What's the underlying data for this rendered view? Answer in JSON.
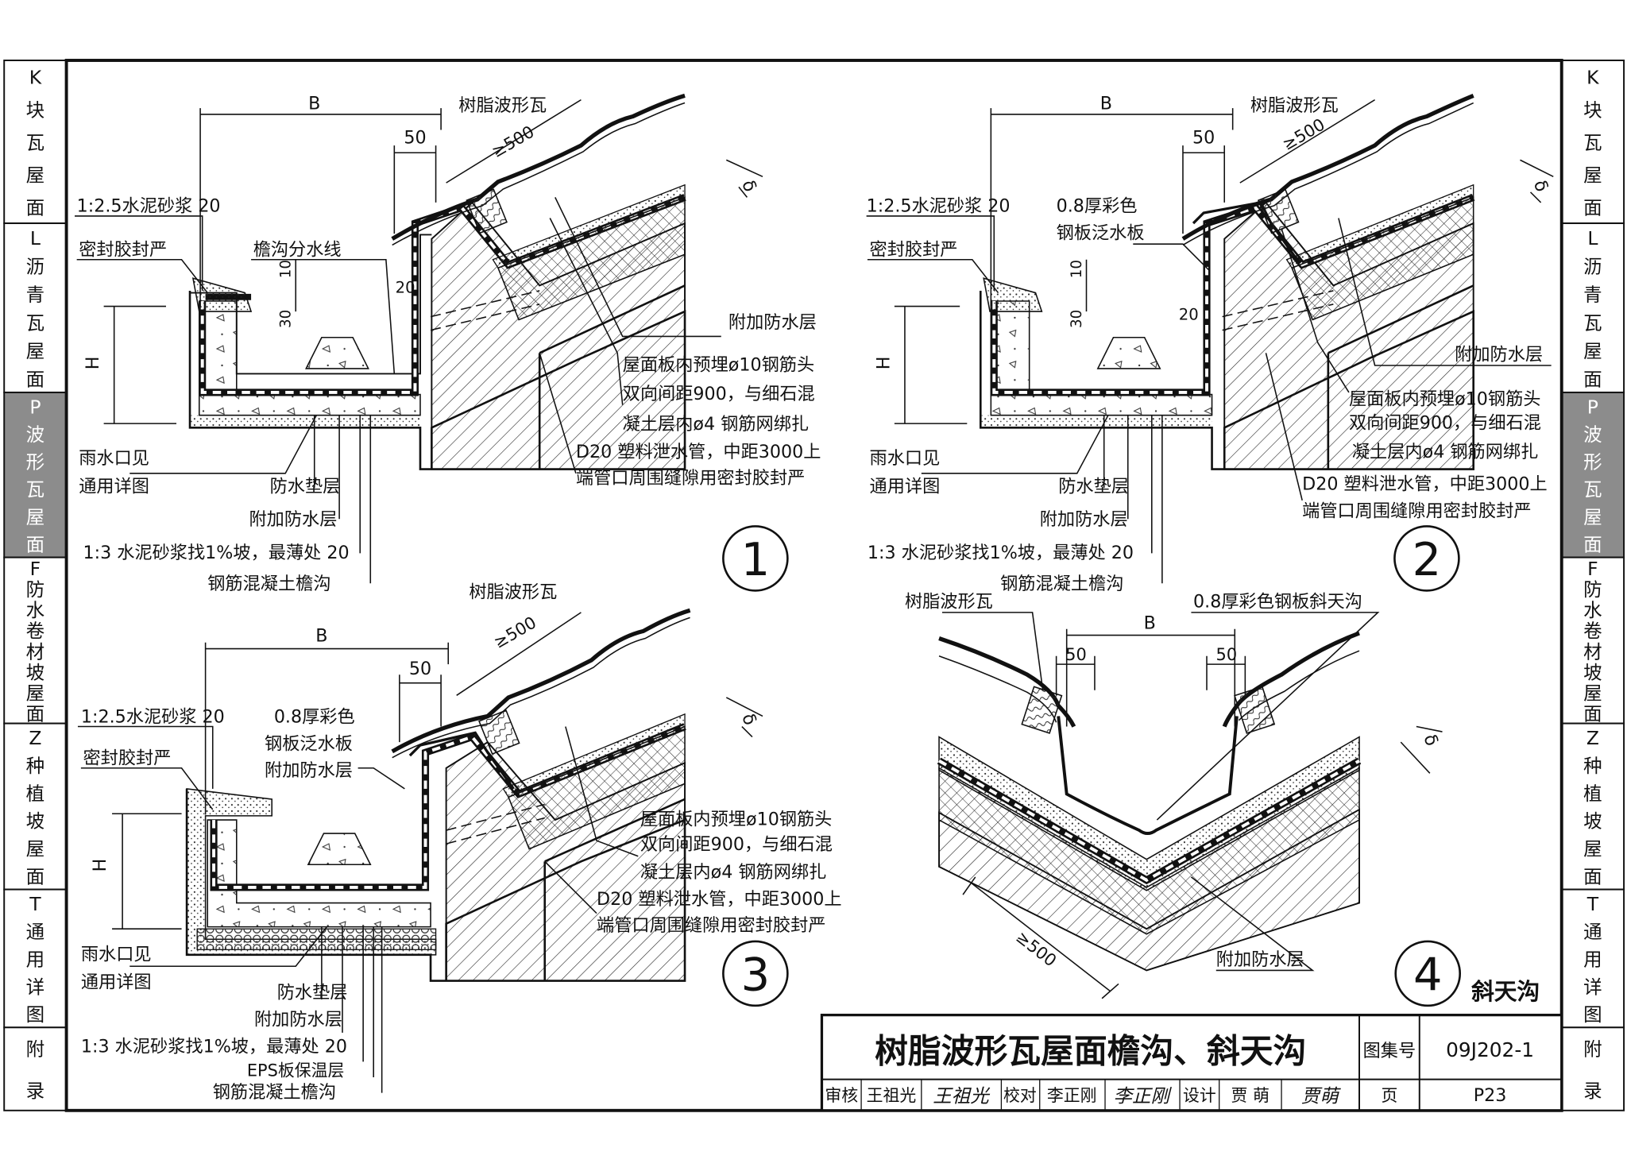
{
  "left_tabs": [
    {
      "chars": [
        "K",
        "块",
        "瓦",
        "屋",
        "面"
      ],
      "active": false
    },
    {
      "chars": [
        "L",
        "沥",
        "青",
        "瓦",
        "屋",
        "面"
      ],
      "active": false
    },
    {
      "chars": [
        "P",
        "波",
        "形",
        "瓦",
        "屋",
        "面"
      ],
      "active": true
    },
    {
      "chars": [
        "F",
        "防",
        "水",
        "卷",
        "材",
        "坡",
        "屋",
        "面"
      ],
      "active": false
    },
    {
      "chars": [
        "Z",
        "种",
        "植",
        "坡",
        "屋",
        "面"
      ],
      "active": false
    },
    {
      "chars": [
        "T",
        "通",
        "用",
        "详",
        "图"
      ],
      "active": false
    },
    {
      "chars": [
        "附",
        "录"
      ],
      "active": false
    }
  ],
  "right_tabs": [
    {
      "chars": [
        "K",
        "块",
        "瓦",
        "屋",
        "面"
      ],
      "active": false
    },
    {
      "chars": [
        "L",
        "沥",
        "青",
        "瓦",
        "屋",
        "面"
      ],
      "active": false
    },
    {
      "chars": [
        "P",
        "波",
        "形",
        "瓦",
        "屋",
        "面"
      ],
      "active": true
    },
    {
      "chars": [
        "F",
        "防",
        "水",
        "卷",
        "材",
        "坡",
        "屋",
        "面"
      ],
      "active": false
    },
    {
      "chars": [
        "Z",
        "种",
        "植",
        "坡",
        "屋",
        "面"
      ],
      "active": false
    },
    {
      "chars": [
        "T",
        "通",
        "用",
        "详",
        "图"
      ],
      "active": false
    },
    {
      "chars": [
        "附",
        "录"
      ],
      "active": false
    }
  ],
  "detail1": {
    "number": "1",
    "dim_B": "B",
    "dim_50": "50",
    "dim_500": "≥500",
    "dim_delta": "δ",
    "dim_H": "H",
    "dim_10": "10",
    "dim_30": "30",
    "dim_20": "20",
    "label_tile": "树脂波形瓦",
    "label_mortar": "1:2.5水泥砂浆 20",
    "label_sealant": "密封胶封严",
    "label_divide": "檐沟分水线",
    "label_extra1": "附加防水层",
    "label_rebar1": "屋面板内预埋ø10钢筋头",
    "label_rebar2": "双向间距900，与细石混",
    "label_rebar3": "凝土层内ø4 钢筋网绑扎",
    "label_pipe1": "D20 塑料泄水管，中距3000上",
    "label_pipe2": "端管口周围缝隙用密封胶封严",
    "label_outlet1": "雨水口见",
    "label_outlet2": "通用详图",
    "label_underlay": "防水垫层",
    "label_extra2": "附加防水层",
    "label_slope": "1:3 水泥砂浆找1%坡，最薄处 20",
    "label_gutter": "钢筋混凝土檐沟"
  },
  "detail2": {
    "number": "2",
    "dim_B": "B",
    "dim_50": "50",
    "dim_500": "≥500",
    "dim_delta": "δ",
    "dim_H": "H",
    "dim_10": "10",
    "dim_30": "30",
    "dim_20": "20",
    "label_tile": "树脂波形瓦",
    "label_mortar": "1:2.5水泥砂浆 20",
    "label_sealant": "密封胶封严",
    "label_flash1": "0.8厚彩色",
    "label_flash2": "钢板泛水板",
    "label_extra1": "附加防水层",
    "label_rebar1": "屋面板内预埋ø10钢筋头",
    "label_rebar2": "双向间距900，与细石混",
    "label_rebar3": "凝土层内ø4 钢筋网绑扎",
    "label_pipe1": "D20 塑料泄水管，中距3000上",
    "label_pipe2": "端管口周围缝隙用密封胶封严",
    "label_outlet1": "雨水口见",
    "label_outlet2": "通用详图",
    "label_underlay": "防水垫层",
    "label_extra2": "附加防水层",
    "label_slope": "1:3  水泥砂浆找1%坡，最薄处 20",
    "label_gutter": "钢筋混凝土檐沟"
  },
  "detail3": {
    "number": "3",
    "dim_B": "B",
    "dim_50": "50",
    "dim_500": "≥500",
    "dim_delta": "δ",
    "dim_H": "H",
    "label_tile": "树脂波形瓦",
    "label_mortar": "1:2.5水泥砂浆 20",
    "label_sealant": "密封胶封严",
    "label_flash1": "0.8厚彩色",
    "label_flash2": "钢板泛水板",
    "label_flash3": "附加防水层",
    "label_rebar1": "屋面板内预埋ø10钢筋头",
    "label_rebar2": "双向间距900，与细石混",
    "label_rebar3": "凝土层内ø4 钢筋网绑扎",
    "label_pipe1": "D20 塑料泄水管，中距3000上",
    "label_pipe2": "端管口周围缝隙用密封胶封严",
    "label_outlet1": "雨水口见",
    "label_outlet2": "通用详图",
    "label_underlay": "防水垫层",
    "label_extra2": "附加防水层",
    "label_slope": "1:3  水泥砂浆找1%坡，最薄处 20",
    "label_eps": "EPS板保温层",
    "label_gutter": "钢筋混凝土檐沟"
  },
  "detail4": {
    "number": "4",
    "title": "斜天沟",
    "dim_B": "B",
    "dim_50a": "50",
    "dim_50b": "50",
    "dim_500": "≥500",
    "dim_delta": "δ",
    "label_tile": "树脂波形瓦",
    "label_valley": "0.8厚彩色钢板斜天沟",
    "label_extra": "附加防水层"
  },
  "title_block": {
    "title": "树脂波形瓦屋面檐沟、斜天沟",
    "atlas_label": "图集号",
    "atlas_no": "09J202-1",
    "review_label": "审核",
    "review_name": "王祖光",
    "review_sign": "王祖光",
    "check_label": "校对",
    "check_name": "李正刚",
    "check_sign": "李正刚",
    "design_label": "设计",
    "design_name": "贾 萌",
    "design_sign": "贾萌",
    "page_label": "页",
    "page_no": "P23"
  }
}
